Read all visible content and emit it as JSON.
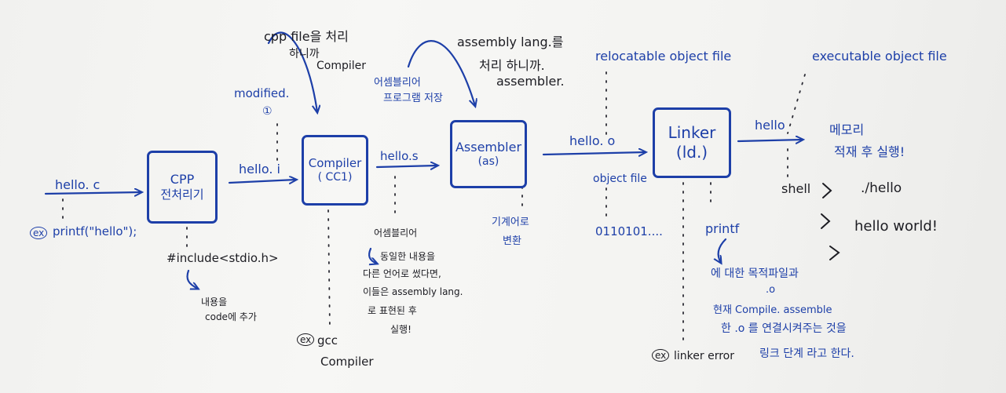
{
  "boxes": {
    "cpp": {
      "line1": "CPP",
      "line2": "전처리기"
    },
    "compiler": {
      "line1": "Compiler",
      "line2": "( CC1)"
    },
    "assembler": {
      "line1": "Assembler",
      "line2": "(as)"
    },
    "linker": {
      "line1": "Linker",
      "line2": "(ld.)"
    }
  },
  "flow": {
    "hello_c": "hello. c",
    "hello_i": "hello. i",
    "hello_s": "hello.s",
    "hello_o": "hello. o",
    "hello": "hello"
  },
  "notes": {
    "cpp_file_1": "cpp file을 처리",
    "cpp_file_2": "하니까",
    "cpp_file_3": "Compiler",
    "modified": "modified.",
    "modified_num": "①",
    "asm_prog_1": "어셈블리어",
    "asm_prog_2": "프로그램 저장",
    "asm_lang_1": "assembly lang.를",
    "asm_lang_2": "처리 하니까.",
    "asm_lang_3": "assembler.",
    "relocatable": "relocatable object file",
    "executable": "executable object file",
    "ex_printf_mark": "ex",
    "ex_printf": "printf(\"hello\");",
    "include": "#include<stdio.h>",
    "include_note_1": "내용을",
    "include_note_2": "code에 추가",
    "ex_gcc_mark": "ex",
    "gcc_1": "gcc",
    "gcc_2": "Compiler",
    "asm_desc_1": "어셈블리어",
    "asm_desc_2": "동일한 내용을",
    "asm_desc_3": "다른 언어로 썼다면,",
    "asm_desc_4": "이들은 assembly lang.",
    "asm_desc_5": "로 표현된 후",
    "asm_desc_6": "실행!",
    "machine_1": "기계어로",
    "machine_2": "변환",
    "object_file": "object file",
    "binary": "0110101....",
    "printf": "printf",
    "printf_desc_1": "에 대한 목적파일과",
    "printf_dot": ".o",
    "printf_desc_2": "현재 Compile. assemble",
    "printf_desc_3": "한 .o 를 연결시켜주는 것을",
    "printf_desc_4": "링크 단계 라고 한다.",
    "ex_linker_mark": "ex",
    "linker_error": "linker error",
    "memory_1": "메모리",
    "memory_2": "적재 후 실행!"
  },
  "shell": {
    "label": "shell",
    "prompt1": ">",
    "cmd": "./hello",
    "prompt2": ">",
    "output": "hello world!",
    "prompt3": ">"
  }
}
